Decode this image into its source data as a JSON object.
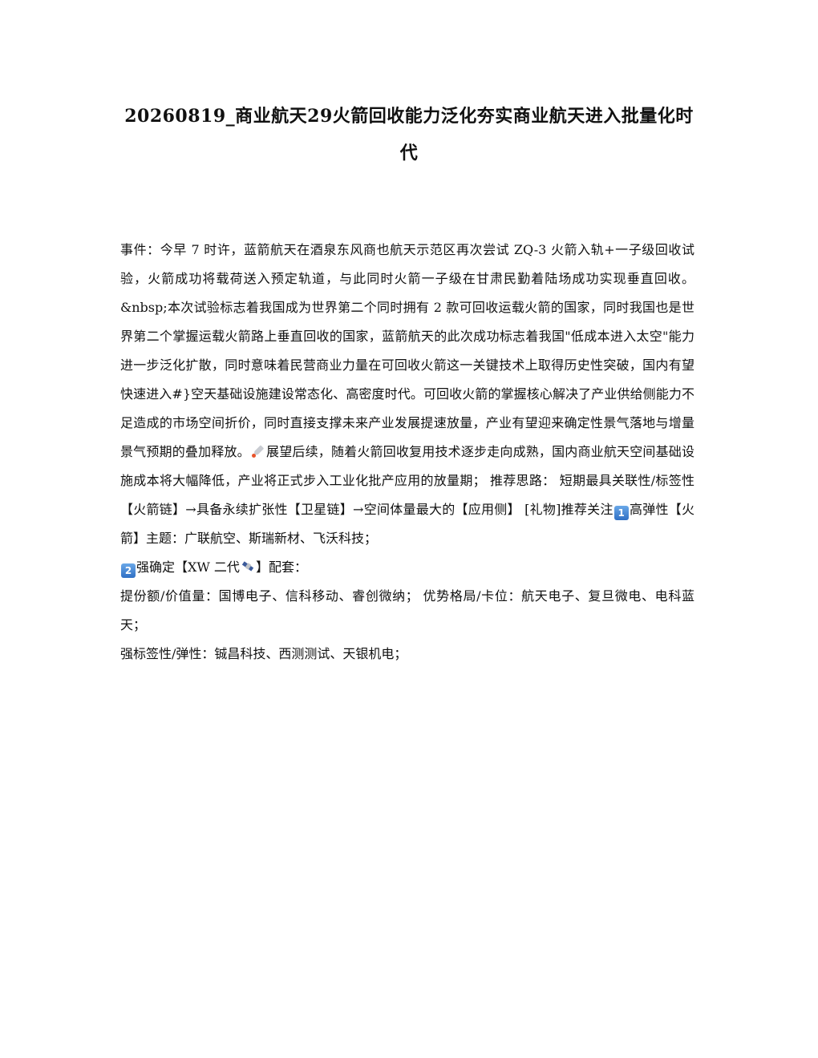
{
  "title": "20260819_商业航天29火箭回收能力泛化夯实商业航天进入批量化时代",
  "paragraph1": {
    "before_rocket": "事件：今早 7 时许，蓝箭航天在酒泉东风商也航天示范区再次尝试 ZQ-3 火箭入轨+一子级回收试验，火箭成功将载荷送入预定轨道，与此同时火箭一子级在甘肃民勤着陆场成功实现垂直回收。&nbsp;本次试验标志着我国成为世界第二个同时拥有 2 款可回收运载火箭的国家，同时我国也是世界第二个掌握运载火箭路上垂直回收的国家，蓝箭航天的此次成功标志着我国\"低成本进入太空\"能力进一步泛化扩散，同时意味着民营商业力量在可回收火箭这一关键技术上取得历史性突破，国内有望快速进入#}空天基础设施建设常态化、高密度时代。可回收火箭的掌握核心解决了产业供给侧能力不足造成的市场空间折价，同时直接支撑未来产业发展提速放量，产业有望迎来确定性景气落地与增量景气预期的叠加释放。",
    "after_rocket": "展望后续，随着火箭回收复用技术逐步走向成熟，国内商业航天空间基础设施成本将大幅降低，产业将正式步入工业化批产应用的放量期； 推荐思路： 短期最具关联性/标签性【火箭链】→具备永续扩张性【卫星链】→空间体量最大的【应用侧】 [礼物]推荐关注",
    "keycap_1": "1",
    "after_keycap": "高弹性【火箭】主题：广联航空、斯瑞新材、飞沃科技；"
  },
  "paragraph2": {
    "keycap_2": "2",
    "before_satellite": "强确定【XW 二代",
    "after_satellite": "】配套："
  },
  "paragraph3": {
    "text": "提份额/价值量：国博电子、信科移动、睿创微纳； 优势格局/卡位：航天电子、复旦微电、电科蓝天；"
  },
  "paragraph4": {
    "text": "强标签性/弹性：铖昌科技、西测测试、天银机电；"
  },
  "icons": [
    "rocket-icon",
    "keycap-one-icon",
    "keycap-two-icon",
    "satellite-icon"
  ]
}
